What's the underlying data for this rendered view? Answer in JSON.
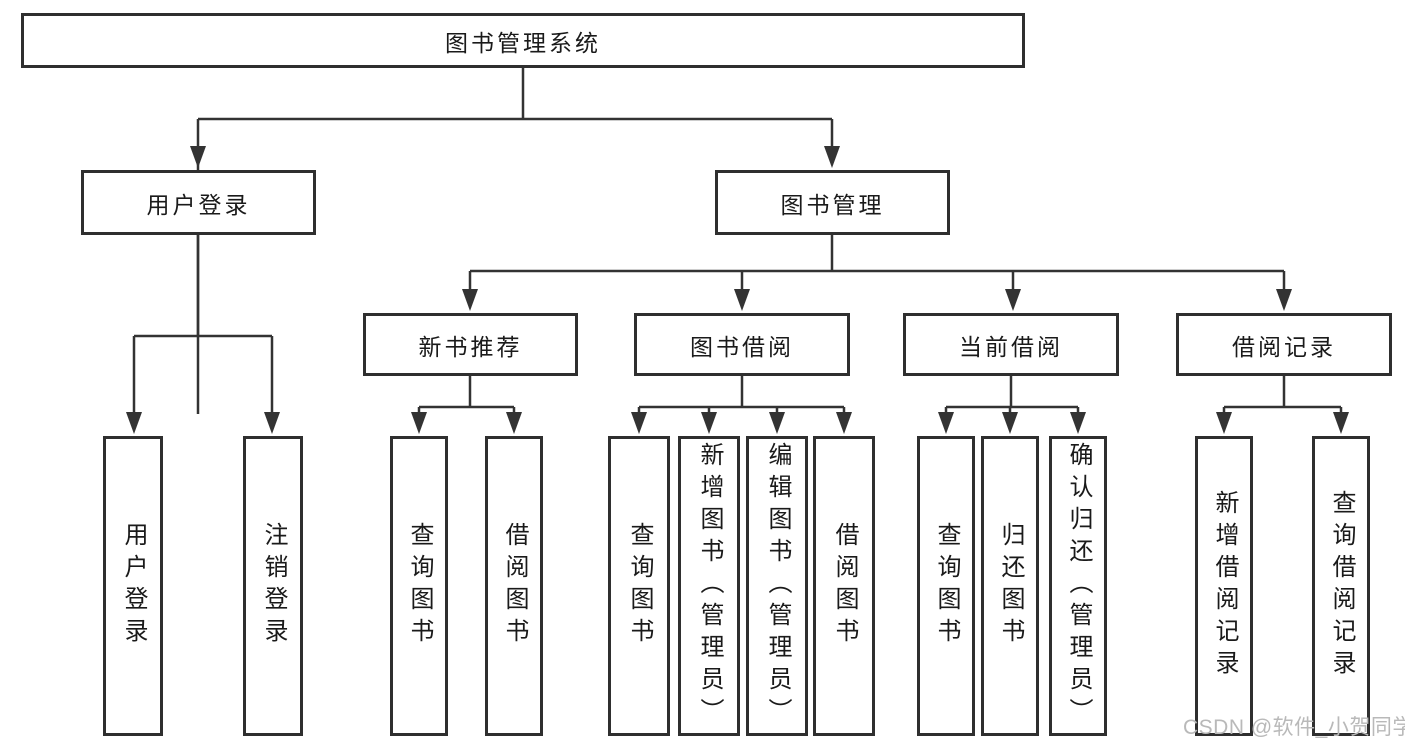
{
  "diagram": {
    "title": "图书管理系统",
    "level2": [
      {
        "label": "用户登录"
      },
      {
        "label": "图书管理"
      }
    ],
    "level3": [
      {
        "label": "新书推荐",
        "parent": "图书管理"
      },
      {
        "label": "图书借阅",
        "parent": "图书管理"
      },
      {
        "label": "当前借阅",
        "parent": "图书管理"
      },
      {
        "label": "借阅记录",
        "parent": "图书管理"
      }
    ],
    "leaves": [
      {
        "label": "用户登录",
        "parent": "用户登录"
      },
      {
        "label": "注销登录",
        "parent": "用户登录"
      },
      {
        "label": "查询图书",
        "parent": "新书推荐"
      },
      {
        "label": "借阅图书",
        "parent": "新书推荐"
      },
      {
        "label": "查询图书",
        "parent": "图书借阅"
      },
      {
        "label": "新增图书（管理员）",
        "parent": "图书借阅"
      },
      {
        "label": "编辑图书（管理员）",
        "parent": "图书借阅"
      },
      {
        "label": "借阅图书",
        "parent": "图书借阅"
      },
      {
        "label": "查询图书",
        "parent": "当前借阅"
      },
      {
        "label": "归还图书",
        "parent": "当前借阅"
      },
      {
        "label": "确认归还（管理员）",
        "parent": "当前借阅"
      },
      {
        "label": "新增借阅记录",
        "parent": "借阅记录"
      },
      {
        "label": "查询借阅记录",
        "parent": "借阅记录"
      }
    ],
    "colors": {
      "line": "#333333",
      "box_border": "#2f2f2f",
      "text": "#1a1a1a",
      "watermark_text": "#b9b9b9",
      "background": "#ffffff"
    }
  },
  "watermark": {
    "text": "CSDN @软件_小贺同学"
  }
}
